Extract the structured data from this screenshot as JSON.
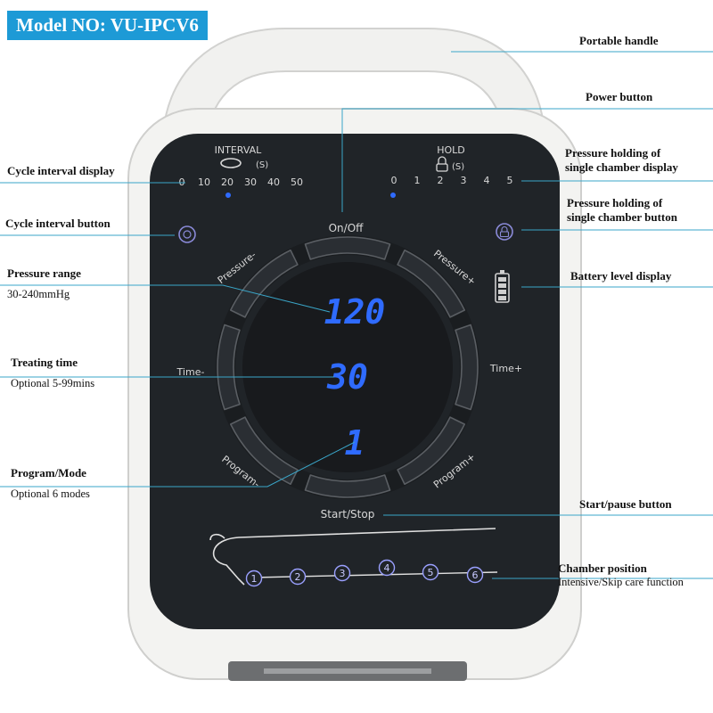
{
  "model": "Model NO: VU-IPCV6",
  "callouts": {
    "portable_handle": "Portable handle",
    "power_button": "Power button",
    "hold_display_1": "Pressure holding of",
    "hold_display_2": "single chamber display",
    "hold_button_1": "Pressure holding of",
    "hold_button_2": "single chamber button",
    "battery": "Battery level display",
    "start_pause": "Start/pause button",
    "chamber_position": "Chamber position",
    "chamber_position_sub": "Intensive/Skip care function",
    "cycle_interval_display": "Cycle interval display",
    "cycle_interval_button": "Cycle interval button",
    "pressure_range": "Pressure range",
    "pressure_range_sub": "30-240mmHg",
    "treating_time": "Treating time",
    "treating_time_sub": "Optional 5-99mins",
    "program_mode": "Program/Mode",
    "program_mode_sub": "Optional 6 modes"
  },
  "panel": {
    "interval_title": "INTERVAL",
    "interval_unit": "(S)",
    "interval_values": [
      "0",
      "10",
      "20",
      "30",
      "40",
      "50"
    ],
    "interval_selected": "20",
    "hold_title": "HOLD",
    "hold_unit": "(S)",
    "hold_values": [
      "0",
      "1",
      "2",
      "3",
      "4",
      "5"
    ],
    "hold_selected": "0",
    "on_off": "On/Off",
    "pressure_minus": "Pressure-",
    "pressure_plus": "Pressure+",
    "time_minus": "Time-",
    "time_plus": "Time+",
    "program_minus": "Program-",
    "program_plus": "Program+",
    "start_stop": "Start/Stop",
    "display_pressure": "120",
    "display_time": "30",
    "display_program": "1",
    "chambers": [
      "1",
      "2",
      "3",
      "4",
      "5",
      "6"
    ]
  },
  "colors": {
    "panel": "#202428",
    "body": "#f3f3f1",
    "led": "#2f6bff",
    "badge": "#1d9ad6"
  }
}
